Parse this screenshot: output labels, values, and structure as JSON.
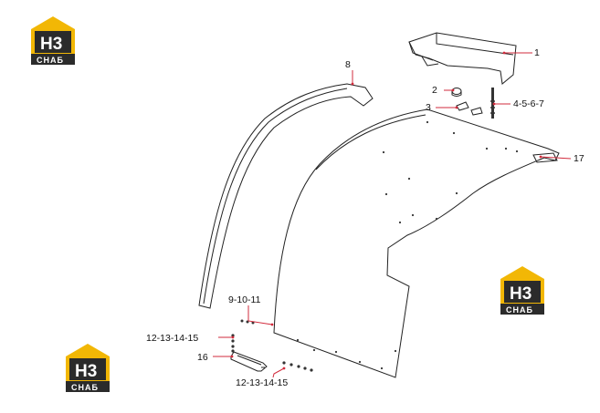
{
  "logo": {
    "mark": "H3",
    "brand": "СНАБ",
    "colors": {
      "roof": "#f2b705",
      "box": "#2b2b2b",
      "text": "#ffffff"
    }
  },
  "callouts": {
    "c1": "1",
    "c2": "2",
    "c3": "3",
    "c4": "4-5-6-7",
    "c8": "8",
    "c9": "9-10-11",
    "c12a": "12-13-14-15",
    "c12b": "12-13-14-15",
    "c16": "16",
    "c17": "17"
  },
  "colors": {
    "leader": "#d22b3c",
    "line": "#222222"
  }
}
